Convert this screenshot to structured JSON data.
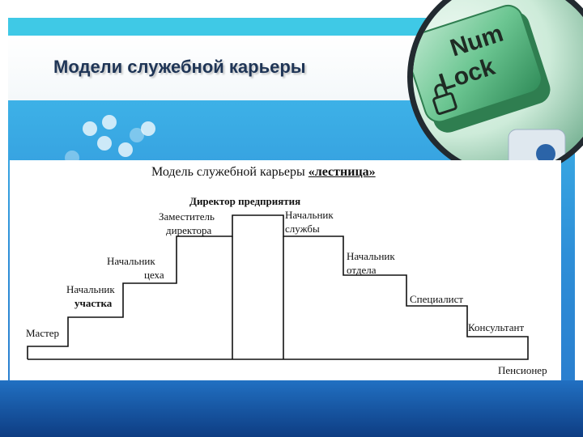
{
  "slide": {
    "title": "Модели служебной карьеры"
  },
  "decoration": {
    "key_line1": "Num",
    "key_line2": "Lock",
    "colors": {
      "cyan_band": "#3fc9e6",
      "blue_band": "#2e8fd8",
      "dark_band": "#0e3d83",
      "key_green": "#4fb27a",
      "title_text": "#1f3556"
    }
  },
  "diagram": {
    "title_prefix": "Модель служебной карьеры ",
    "title_emph": "«лестница»",
    "levels": {
      "master": "Мастер",
      "section_head": [
        "Начальник",
        "участка"
      ],
      "shop_head": [
        "Начальник",
        "цеха"
      ],
      "deputy_director": [
        "Заместитель",
        "директора"
      ],
      "director": "Директор предприятия",
      "service_head": [
        "Начальник",
        "службы"
      ],
      "department_head": [
        "Начальник",
        "отдела"
      ],
      "specialist": "Специалист",
      "consultant": "Консультант",
      "pensioner": "Пенсионер"
    }
  }
}
